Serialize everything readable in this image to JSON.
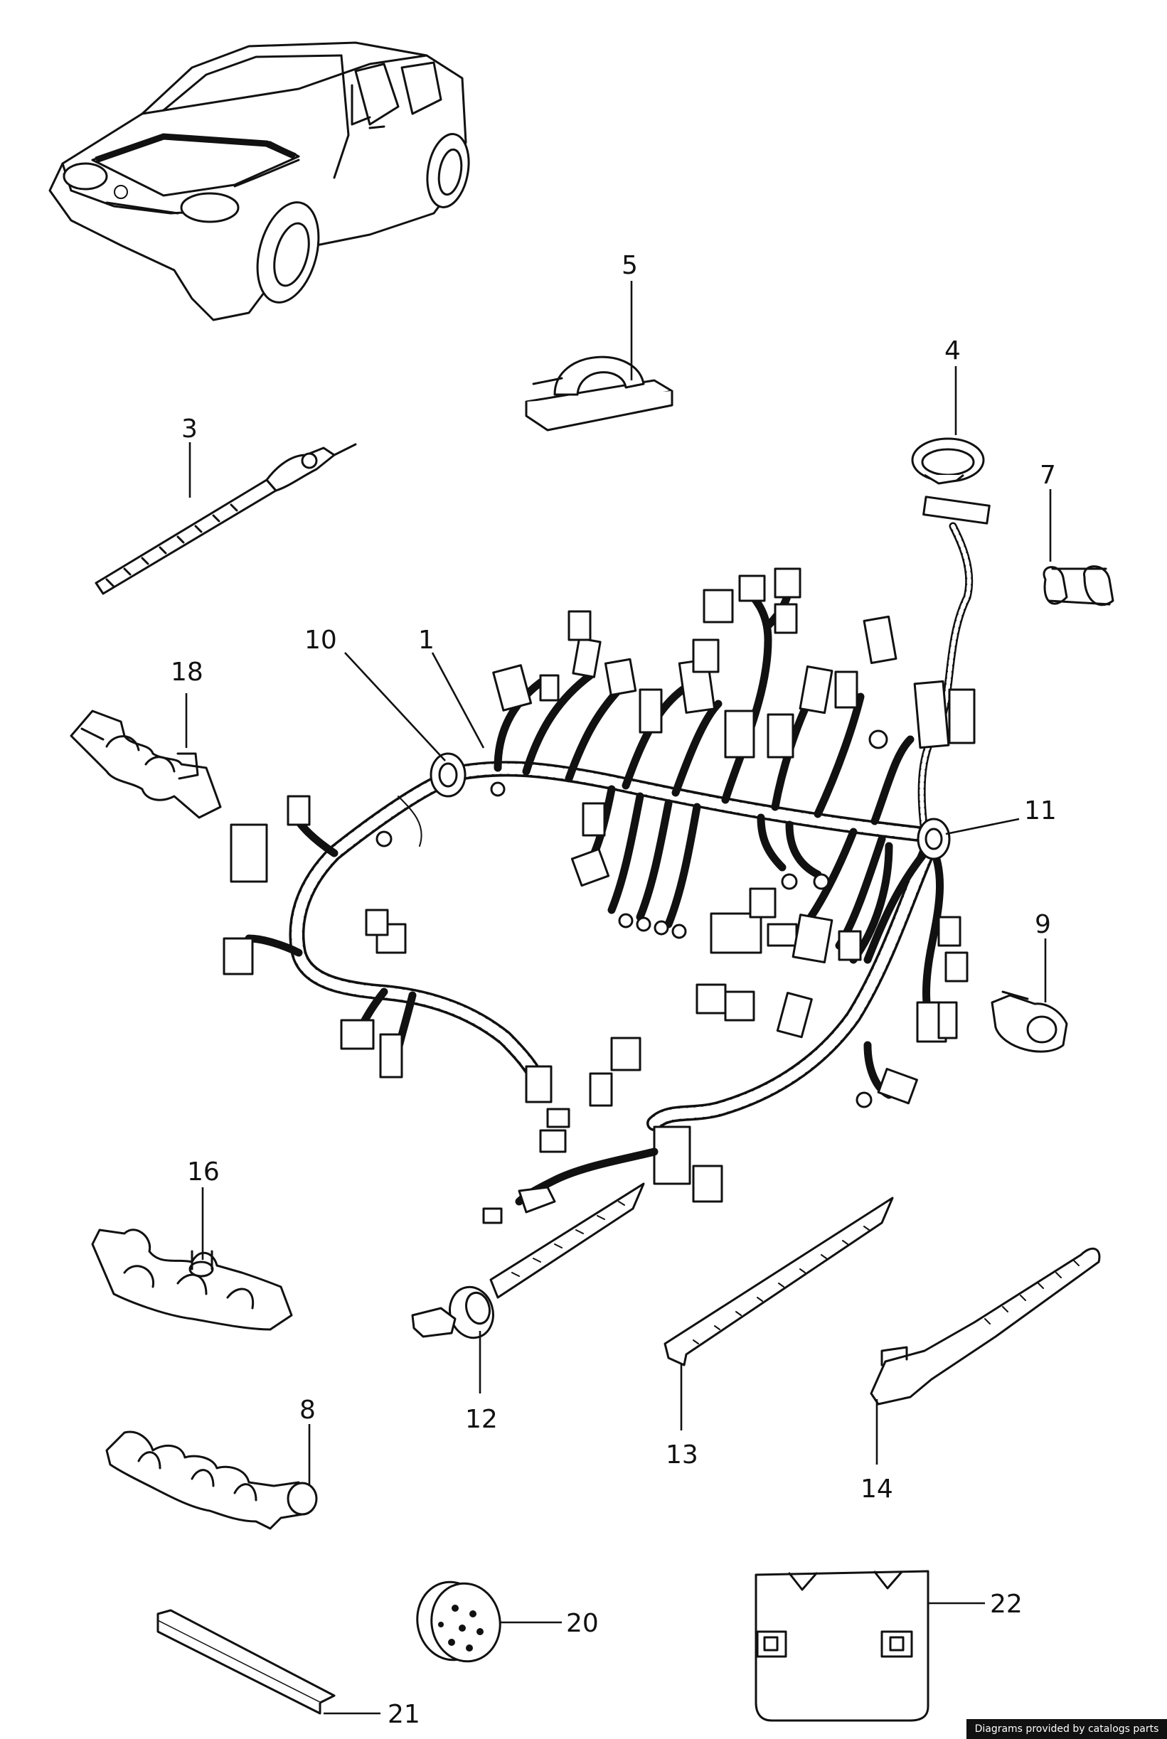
{
  "callouts": [
    "1",
    "3",
    "4",
    "5",
    "7",
    "8",
    "9",
    "10",
    "11",
    "12",
    "13",
    "14",
    "16",
    "18",
    "20",
    "21",
    "22"
  ],
  "footer": "Diagrams provided by catalogs parts"
}
